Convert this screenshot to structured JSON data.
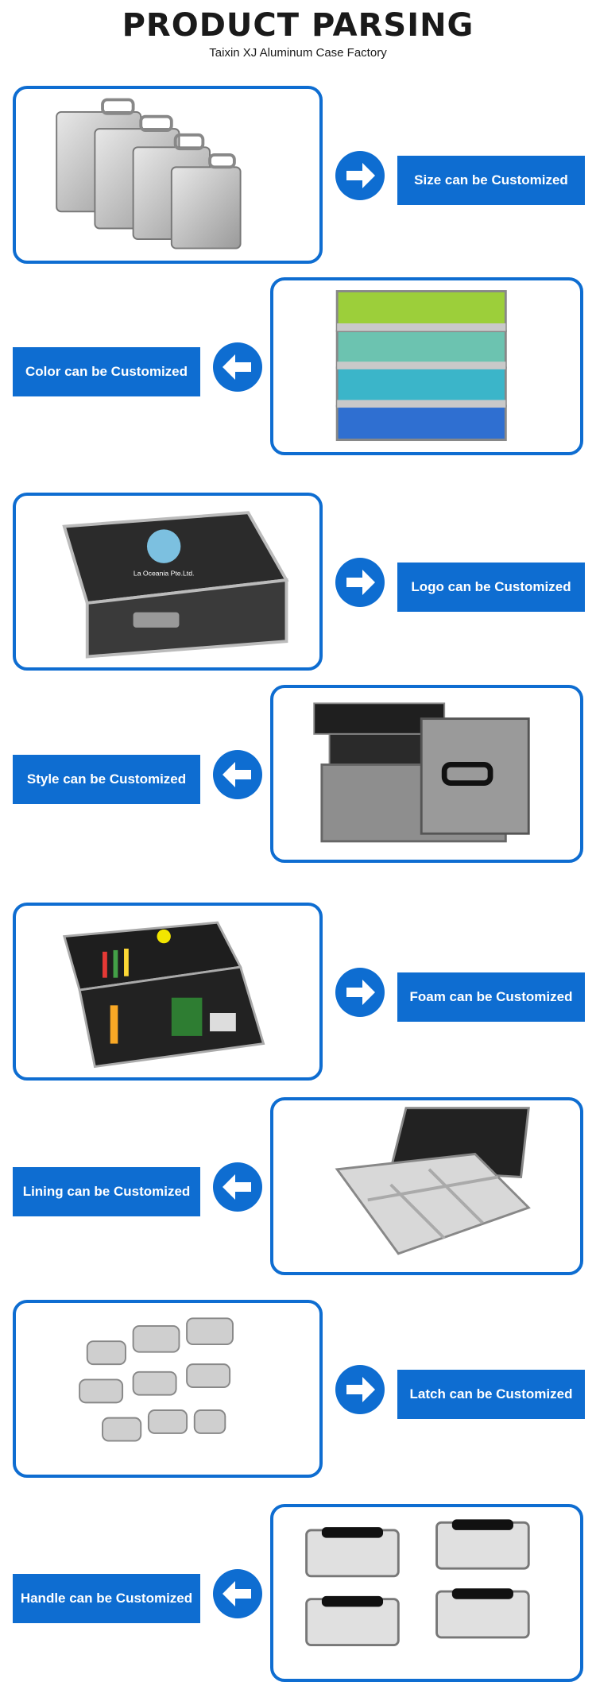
{
  "header": {
    "title": "PRODUCT PARSING",
    "subtitle": "Taixin XJ Aluminum Case Factory"
  },
  "colors": {
    "accent": "#0e6dd1",
    "text": "#1a1a1a"
  },
  "sections": [
    {
      "label": "Size can be Customized",
      "side": "left",
      "image": "aluminum-cases-size-photo",
      "arrow": "arrow-right-icon"
    },
    {
      "label": "Color can be Customized",
      "side": "right",
      "image": "colored-cases-stack-photo",
      "arrow": "arrow-left-icon"
    },
    {
      "label": "Logo can be Customized",
      "side": "left",
      "image": "logo-flight-case-photo",
      "logo_text": "La Oceania Pte.Ltd.",
      "arrow": "arrow-right-icon"
    },
    {
      "label": "Style can be Customized",
      "side": "right",
      "image": "cosmetic-case-trays-photo",
      "arrow": "arrow-left-icon"
    },
    {
      "label": "Foam can be Customized",
      "side": "left",
      "image": "tool-case-foam-photo",
      "arrow": "arrow-right-icon"
    },
    {
      "label": "Lining can be Customized",
      "side": "right",
      "image": "divider-lining-case-photo",
      "arrow": "arrow-left-icon"
    },
    {
      "label": "Latch can be Customized",
      "side": "left",
      "image": "latches-photo",
      "arrow": "arrow-right-icon"
    },
    {
      "label": "Handle can be Customized",
      "side": "right",
      "image": "handles-photo",
      "arrow": "arrow-left-icon"
    }
  ]
}
